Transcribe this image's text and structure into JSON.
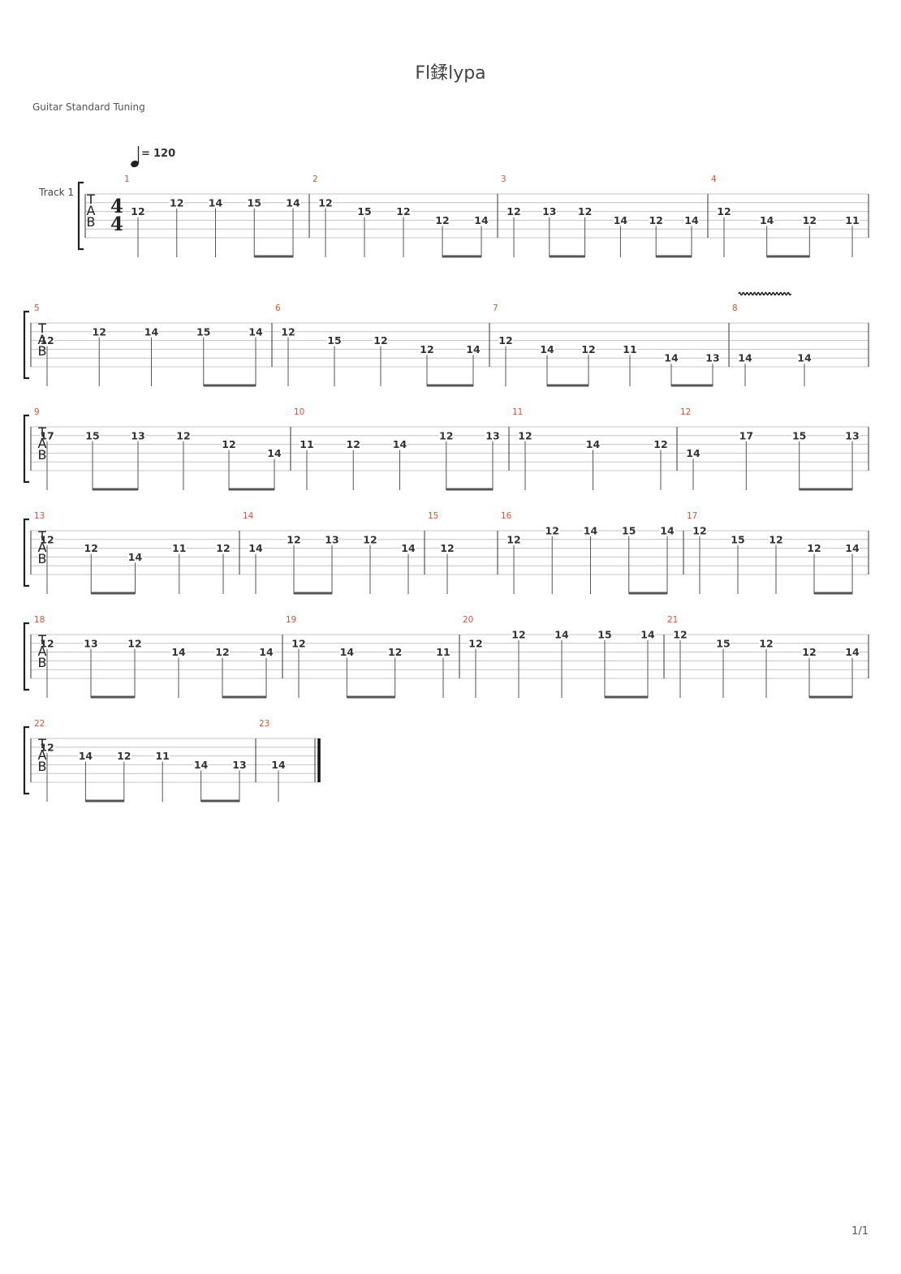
{
  "title": "Fl鍒lypa",
  "tuning_label": "Guitar Standard Tuning",
  "track_label": "Track 1",
  "tempo": "120",
  "time_signature": {
    "numerator": "4",
    "denominator": "4"
  },
  "tab_letters": [
    "T",
    "A",
    "B"
  ],
  "page_label": "1/1",
  "vibrato_measure": 8,
  "measures": [
    {
      "number": "1",
      "notes": [
        {
          "s": 2,
          "f": "12"
        },
        {
          "s": 1,
          "f": "12"
        },
        {
          "s": 1,
          "f": "14"
        },
        {
          "s": 1,
          "f": "15"
        },
        {
          "s": 1,
          "f": "14"
        }
      ],
      "beams": [
        [
          3,
          4
        ]
      ]
    },
    {
      "number": "2",
      "notes": [
        {
          "s": 1,
          "f": "12"
        },
        {
          "s": 2,
          "f": "15"
        },
        {
          "s": 2,
          "f": "12"
        },
        {
          "s": 3,
          "f": "12"
        },
        {
          "s": 3,
          "f": "14"
        }
      ],
      "beams": [
        [
          3,
          4
        ]
      ]
    },
    {
      "number": "3",
      "notes": [
        {
          "s": 2,
          "f": "12"
        },
        {
          "s": 2,
          "f": "13"
        },
        {
          "s": 2,
          "f": "12"
        },
        {
          "s": 3,
          "f": "14"
        },
        {
          "s": 3,
          "f": "12"
        },
        {
          "s": 3,
          "f": "14"
        }
      ],
      "beams": [
        [
          1,
          2
        ],
        [
          4,
          5
        ]
      ]
    },
    {
      "number": "4",
      "notes": [
        {
          "s": 2,
          "f": "12"
        },
        {
          "s": 3,
          "f": "14"
        },
        {
          "s": 3,
          "f": "12"
        },
        {
          "s": 3,
          "f": "11"
        }
      ],
      "beams": [
        [
          1,
          2
        ]
      ]
    },
    {
      "number": "5",
      "notes": [
        {
          "s": 2,
          "f": "12"
        },
        {
          "s": 1,
          "f": "12"
        },
        {
          "s": 1,
          "f": "14"
        },
        {
          "s": 1,
          "f": "15"
        },
        {
          "s": 1,
          "f": "14"
        }
      ],
      "beams": [
        [
          3,
          4
        ]
      ]
    },
    {
      "number": "6",
      "notes": [
        {
          "s": 1,
          "f": "12"
        },
        {
          "s": 2,
          "f": "15"
        },
        {
          "s": 2,
          "f": "12"
        },
        {
          "s": 3,
          "f": "12"
        },
        {
          "s": 3,
          "f": "14"
        }
      ],
      "beams": [
        [
          3,
          4
        ]
      ]
    },
    {
      "number": "7",
      "notes": [
        {
          "s": 2,
          "f": "12"
        },
        {
          "s": 3,
          "f": "14"
        },
        {
          "s": 3,
          "f": "12"
        },
        {
          "s": 3,
          "f": "11"
        },
        {
          "s": 4,
          "f": "14"
        },
        {
          "s": 4,
          "f": "13"
        }
      ],
      "beams": [
        [
          1,
          2
        ],
        [
          4,
          5
        ]
      ]
    },
    {
      "number": "8",
      "notes": [
        {
          "s": 4,
          "f": "14"
        },
        {
          "s": 4,
          "f": "14"
        }
      ],
      "beams": []
    },
    {
      "number": "9",
      "notes": [
        {
          "s": 1,
          "f": "17"
        },
        {
          "s": 1,
          "f": "15"
        },
        {
          "s": 1,
          "f": "13"
        },
        {
          "s": 1,
          "f": "12"
        },
        {
          "s": 2,
          "f": "12"
        },
        {
          "s": 3,
          "f": "14"
        }
      ],
      "beams": [
        [
          1,
          2
        ],
        [
          4,
          5
        ]
      ]
    },
    {
      "number": "10",
      "notes": [
        {
          "s": 2,
          "f": "11"
        },
        {
          "s": 2,
          "f": "12"
        },
        {
          "s": 2,
          "f": "14"
        },
        {
          "s": 1,
          "f": "12"
        },
        {
          "s": 1,
          "f": "13"
        }
      ],
      "beams": [
        [
          3,
          4
        ]
      ]
    },
    {
      "number": "11",
      "notes": [
        {
          "s": 1,
          "f": "12"
        },
        {
          "s": 2,
          "f": "14"
        },
        {
          "s": 2,
          "f": "12"
        }
      ],
      "beams": []
    },
    {
      "number": "12",
      "notes": [
        {
          "s": 3,
          "f": "14"
        },
        {
          "s": 1,
          "f": "17"
        },
        {
          "s": 1,
          "f": "15"
        },
        {
          "s": 1,
          "f": "13"
        }
      ],
      "beams": [
        [
          2,
          3
        ]
      ]
    },
    {
      "number": "13",
      "notes": [
        {
          "s": 1,
          "f": "12"
        },
        {
          "s": 2,
          "f": "12"
        },
        {
          "s": 3,
          "f": "14"
        },
        {
          "s": 2,
          "f": "11"
        },
        {
          "s": 2,
          "f": "12"
        }
      ],
      "beams": [
        [
          1,
          2
        ]
      ]
    },
    {
      "number": "14",
      "notes": [
        {
          "s": 2,
          "f": "14"
        },
        {
          "s": 1,
          "f": "12"
        },
        {
          "s": 1,
          "f": "13"
        },
        {
          "s": 1,
          "f": "12"
        },
        {
          "s": 2,
          "f": "14"
        }
      ],
      "beams": [
        [
          1,
          2
        ]
      ]
    },
    {
      "number": "15",
      "notes": [
        {
          "s": 2,
          "f": "12"
        }
      ],
      "beams": []
    },
    {
      "number": "16",
      "notes": [
        {
          "s": 1,
          "f": "12"
        },
        {
          "s": 0,
          "f": "12"
        },
        {
          "s": 0,
          "f": "14"
        },
        {
          "s": 0,
          "f": "15"
        },
        {
          "s": 0,
          "f": "14"
        }
      ],
      "beams": [
        [
          3,
          4
        ]
      ]
    },
    {
      "number": "17",
      "notes": [
        {
          "s": 0,
          "f": "12"
        },
        {
          "s": 1,
          "f": "15"
        },
        {
          "s": 1,
          "f": "12"
        },
        {
          "s": 2,
          "f": "12"
        },
        {
          "s": 2,
          "f": "14"
        }
      ],
      "beams": [
        [
          3,
          4
        ]
      ]
    },
    {
      "number": "18",
      "notes": [
        {
          "s": 1,
          "f": "12"
        },
        {
          "s": 1,
          "f": "13"
        },
        {
          "s": 1,
          "f": "12"
        },
        {
          "s": 2,
          "f": "14"
        },
        {
          "s": 2,
          "f": "12"
        },
        {
          "s": 2,
          "f": "14"
        }
      ],
      "beams": [
        [
          1,
          2
        ],
        [
          4,
          5
        ]
      ]
    },
    {
      "number": "19",
      "notes": [
        {
          "s": 1,
          "f": "12"
        },
        {
          "s": 2,
          "f": "14"
        },
        {
          "s": 2,
          "f": "12"
        },
        {
          "s": 2,
          "f": "11"
        }
      ],
      "beams": [
        [
          1,
          2
        ]
      ]
    },
    {
      "number": "20",
      "notes": [
        {
          "s": 1,
          "f": "12"
        },
        {
          "s": 0,
          "f": "12"
        },
        {
          "s": 0,
          "f": "14"
        },
        {
          "s": 0,
          "f": "15"
        },
        {
          "s": 0,
          "f": "14"
        }
      ],
      "beams": [
        [
          3,
          4
        ]
      ]
    },
    {
      "number": "21",
      "notes": [
        {
          "s": 0,
          "f": "12"
        },
        {
          "s": 1,
          "f": "15"
        },
        {
          "s": 1,
          "f": "12"
        },
        {
          "s": 2,
          "f": "12"
        },
        {
          "s": 2,
          "f": "14"
        }
      ],
      "beams": [
        [
          3,
          4
        ]
      ]
    },
    {
      "number": "22",
      "notes": [
        {
          "s": 1,
          "f": "12"
        },
        {
          "s": 2,
          "f": "14"
        },
        {
          "s": 2,
          "f": "12"
        },
        {
          "s": 2,
          "f": "11"
        },
        {
          "s": 3,
          "f": "14"
        },
        {
          "s": 3,
          "f": "13"
        }
      ],
      "beams": [
        [
          1,
          2
        ],
        [
          4,
          5
        ]
      ]
    },
    {
      "number": "23",
      "notes": [
        {
          "s": 3,
          "f": "14"
        }
      ],
      "beams": []
    }
  ]
}
